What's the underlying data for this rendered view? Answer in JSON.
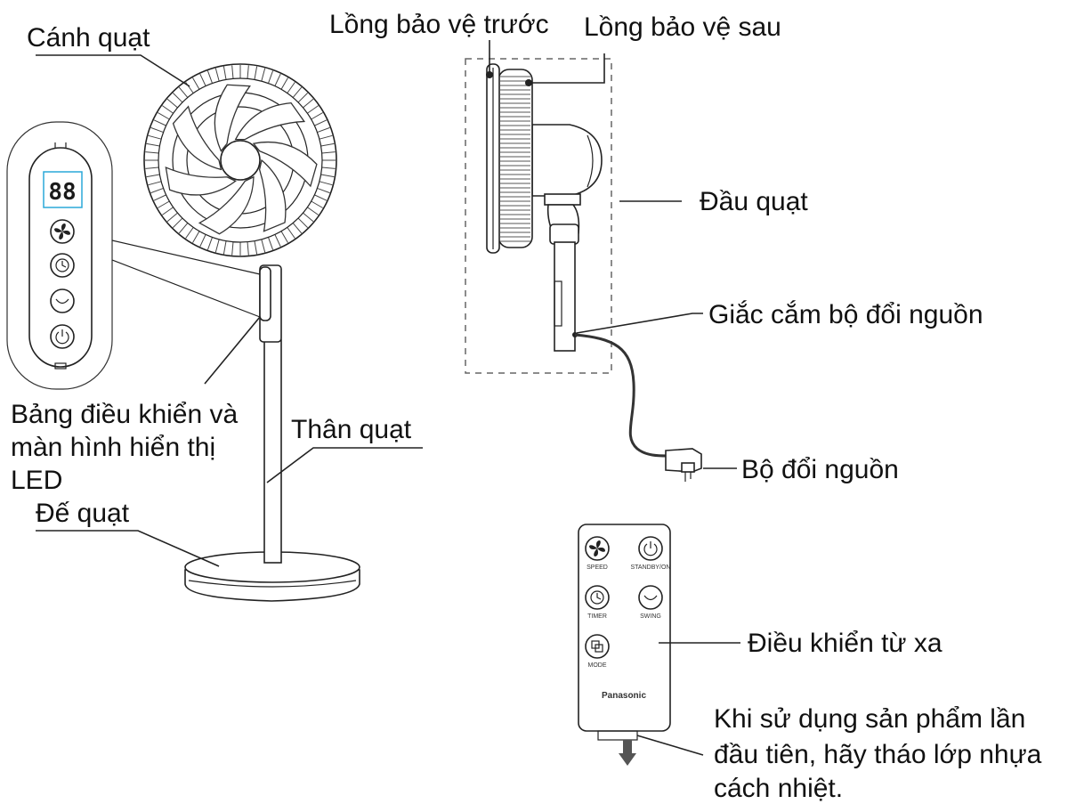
{
  "labels": {
    "blade": "Cánh quạt",
    "front_guard": "Lồng bảo vệ trước",
    "rear_guard": "Lồng bảo vệ sau",
    "fan_head": "Đầu quạt",
    "adapter_jack": "Giắc cắm bộ đổi nguồn",
    "adapter": "Bộ đổi nguồn",
    "control_panel": [
      "Bảng điều khiển và",
      "màn hình hiển thị",
      "LED"
    ],
    "body": "Thân quạt",
    "base": "Đế quạt",
    "remote": "Điều khiển từ xa",
    "note": [
      "Khi sử dụng sản phẩm lần",
      "đầu tiên, hãy tháo lớp nhựa",
      "cách nhiệt."
    ]
  },
  "panel": {
    "display_value": "88"
  },
  "remote": {
    "buttons": [
      "SPEED",
      "STANDBY/ON",
      "TIMER",
      "SWING",
      "MODE"
    ],
    "brand": "Panasonic"
  },
  "colors": {
    "line": "#222222",
    "display_frame": "#2aa8d8",
    "cable": "#333333"
  },
  "icons": [
    "fan-icon",
    "timer-icon",
    "swing-icon",
    "power-icon",
    "mode-icon",
    "arrow-down-icon"
  ]
}
